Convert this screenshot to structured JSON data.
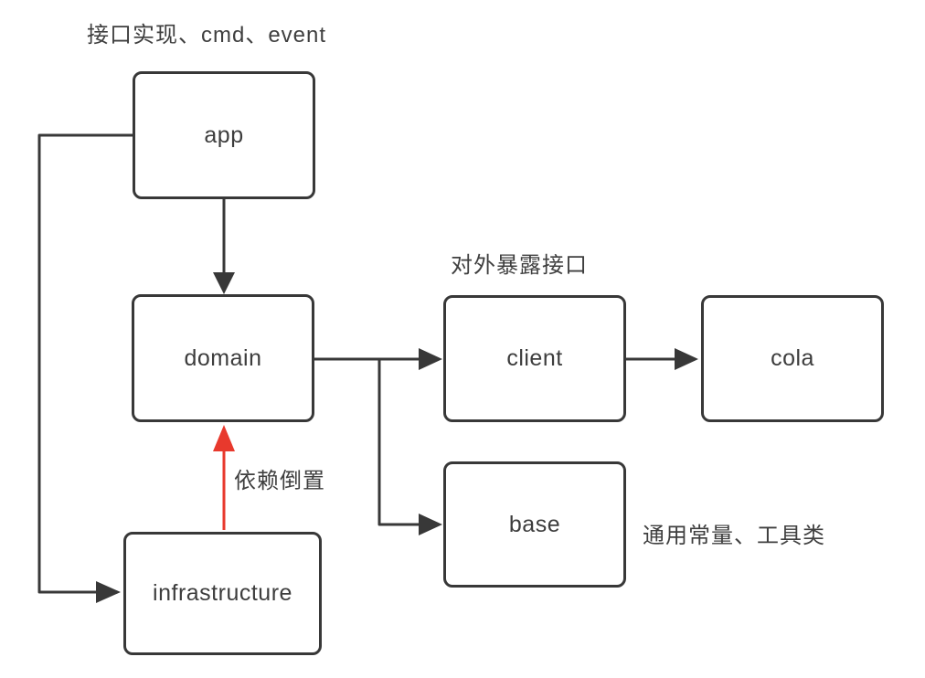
{
  "diagram": {
    "nodes": {
      "app": {
        "label": "app"
      },
      "domain": {
        "label": "domain"
      },
      "client": {
        "label": "client"
      },
      "cola": {
        "label": "cola"
      },
      "base": {
        "label": "base"
      },
      "infrastructure": {
        "label": "infrastructure"
      }
    },
    "annotations": {
      "app_note": "接口实现、cmd、event",
      "client_note": "对外暴露接口",
      "base_note": "通用常量、工具类"
    },
    "edges": [
      {
        "from": "app",
        "to": "domain",
        "style": "solid-arrow",
        "color_key": "line"
      },
      {
        "from": "domain",
        "to": "client",
        "style": "solid-arrow",
        "color_key": "line"
      },
      {
        "from": "client",
        "to": "cola",
        "style": "solid-arrow",
        "color_key": "line"
      },
      {
        "from": "domain",
        "to": "base",
        "style": "solid-arrow",
        "color_key": "line"
      },
      {
        "from": "app",
        "to": "infrastructure",
        "style": "solid-arrow",
        "color_key": "line"
      },
      {
        "from": "infrastructure",
        "to": "domain",
        "style": "solid-arrow",
        "color_key": "red_arrow",
        "label": "依赖倒置"
      }
    ],
    "colors": {
      "line": "#383838",
      "red_arrow": "#e8392d",
      "node_border": "#383838",
      "node_fill": "#ffffff",
      "text": "#3d3d3d",
      "background": "#ffffff"
    }
  }
}
